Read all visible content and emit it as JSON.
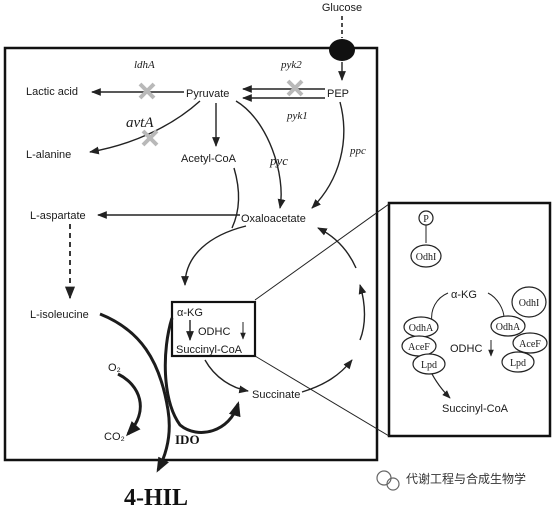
{
  "metabolites": {
    "glucose": "Glucose",
    "pep": "PEP",
    "pyruvate": "Pyruvate",
    "lactic_acid": "Lactic acid",
    "l_alanine": "L-alanine",
    "acetyl_coa": "Acetyl-CoA",
    "oxaloacetate": "Oxaloacetate",
    "l_aspartate": "L-aspartate",
    "l_isoleucine": "L-isoleucine",
    "akg": "α-KG",
    "succinyl_coa": "Succinyl-CoA",
    "succinate": "Succinate",
    "o2": "O₂",
    "co2": "CO₂",
    "product": "4-HIL"
  },
  "enzymes": {
    "ldhA": "ldhA",
    "avtA": "avtA",
    "pyk2": "pyk2",
    "pyk1": "pyk1",
    "pyc": "pyc",
    "ppc": "ppc",
    "odhc": "ODHC",
    "ido": "IDO"
  },
  "detail_panel": {
    "phospho": "P",
    "odhi_top": "OdhI",
    "akg": "α-KG",
    "odhi_right": "OdhI",
    "odha_left": "OdhA",
    "acef_left": "AceF",
    "lpd_left": "Lpd",
    "odha_right": "OdhA",
    "acef_right": "AceF",
    "lpd_right": "Lpd",
    "odhc": "ODHC",
    "succinyl_coa": "Succinyl-CoA"
  },
  "watermark": {
    "text": "代谢工程与合成生物学",
    "icon": "wechat-logo-icon"
  },
  "colors": {
    "line": "#222222",
    "cross": "#b9b9b9",
    "transporter": "#111111"
  }
}
